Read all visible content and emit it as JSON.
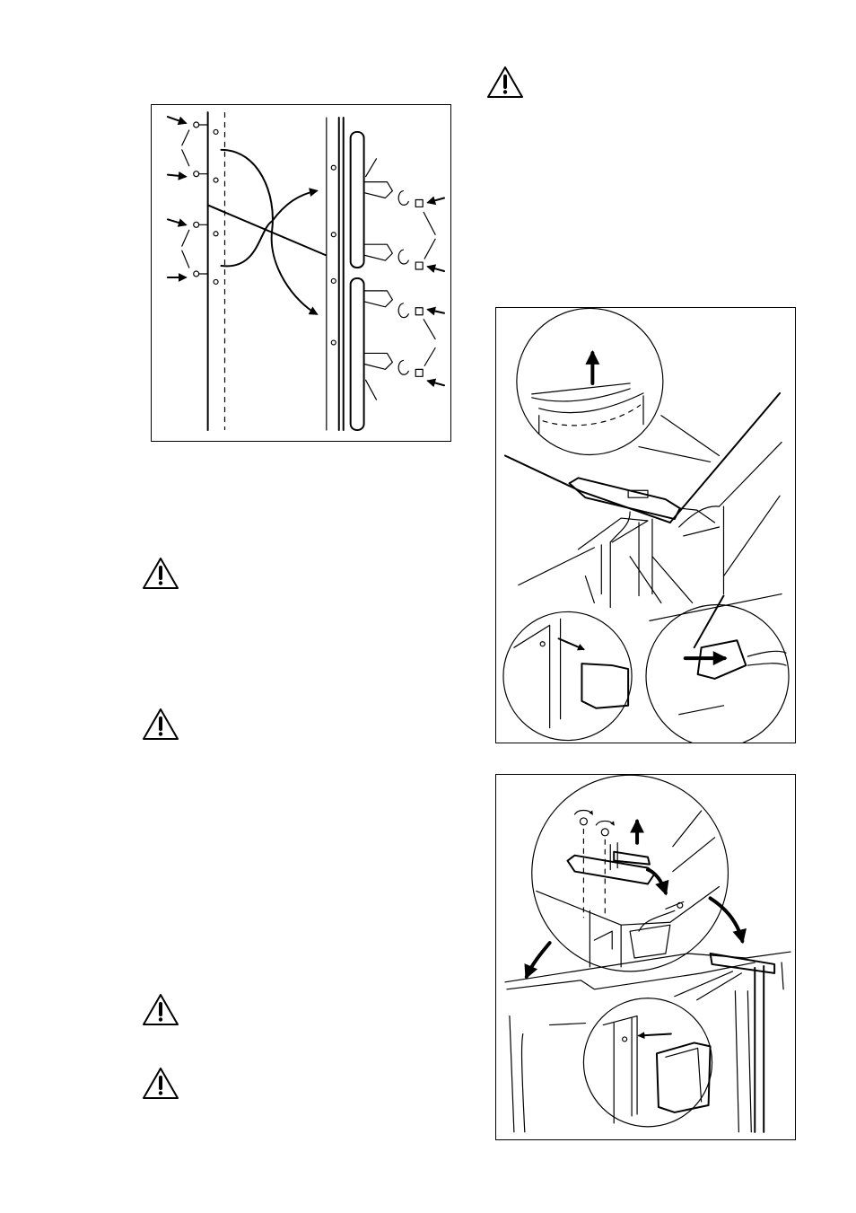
{
  "page": {
    "figures": [
      {
        "name": "door-handle-reversal-diagram"
      },
      {
        "name": "top-hinge-cover-removal-diagram"
      },
      {
        "name": "hinge-cover-refitting-diagram"
      }
    ],
    "warnings": [
      {
        "icon": "warning-triangle-icon"
      },
      {
        "icon": "warning-triangle-icon"
      },
      {
        "icon": "warning-triangle-icon"
      },
      {
        "icon": "warning-triangle-icon"
      },
      {
        "icon": "warning-triangle-icon"
      }
    ],
    "colors": {
      "line": "#000000",
      "background": "#ffffff"
    }
  }
}
